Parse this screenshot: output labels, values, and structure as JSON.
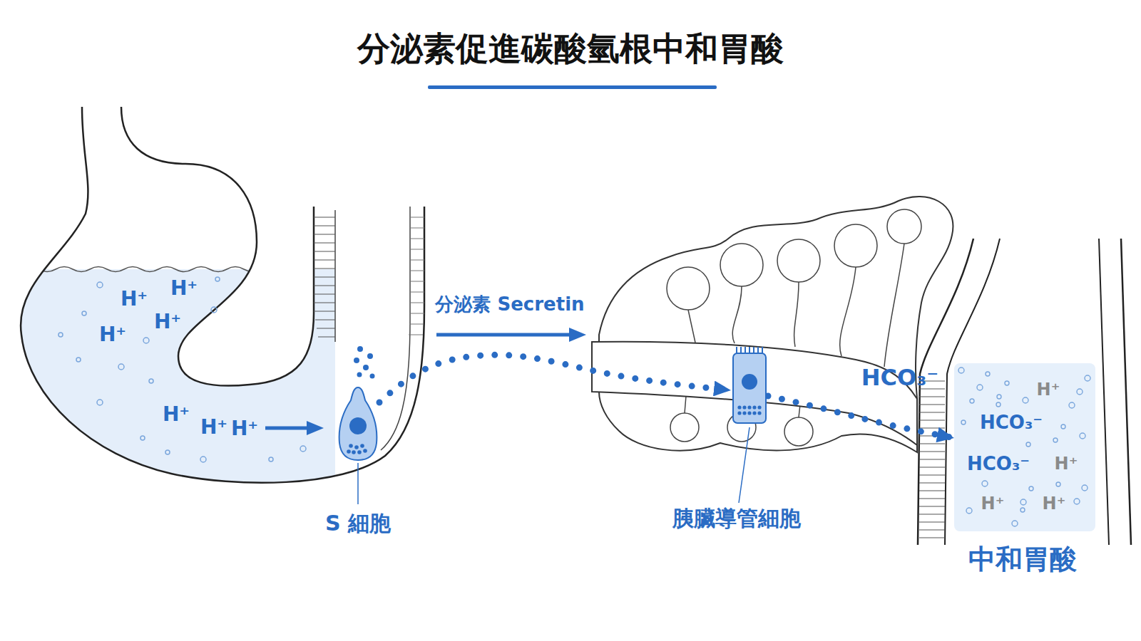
{
  "diagram": {
    "title": "分泌素促進碳酸氫根中和胃酸",
    "nodes": [
      {
        "text": [
          "S 細胞"
        ]
      },
      {
        "text": [
          "胰臟導管細胞"
        ]
      },
      {
        "text": [
          "中和胃酸"
        ]
      }
    ],
    "edges": [
      {
        "from": 0,
        "to": 1,
        "arrow": "to",
        "label": "分泌素 Secretin"
      },
      {
        "from": 1,
        "to": 2,
        "arrow": "to",
        "label": "HCO₃⁻"
      }
    ],
    "labels": [
      "H⁺",
      "H⁺",
      "H⁺",
      "H⁺",
      "H⁺",
      "H⁺",
      "H⁺",
      "H⁺",
      "HCO₃⁻",
      "HCO₃⁻",
      "H⁺",
      "H⁺",
      "H⁺"
    ]
  }
}
